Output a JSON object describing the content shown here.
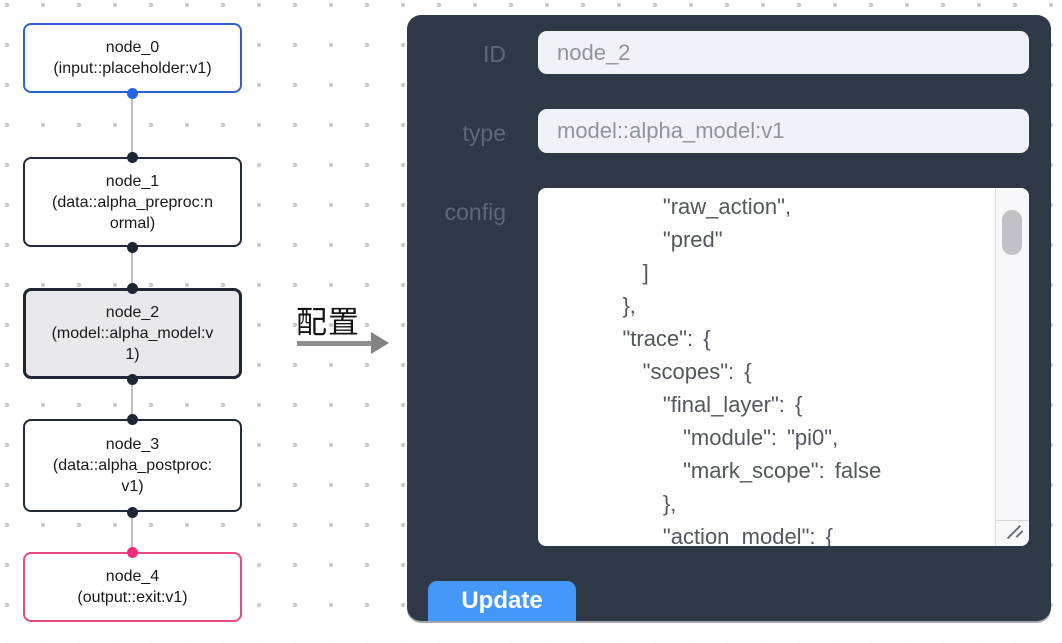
{
  "flowchart": {
    "nodes": [
      {
        "id": "node_0",
        "title": "node_0",
        "subtitle": "(input::placeholder:v1)",
        "accent": "#2f62c9",
        "selected": false
      },
      {
        "id": "node_1",
        "title": "node_1",
        "subtitle": "(data::alpha_preproc:normal)",
        "accent": "#232b3a",
        "selected": false
      },
      {
        "id": "node_2",
        "title": "node_2",
        "subtitle": "(model::alpha_model:v1)",
        "accent": "#232b3a",
        "selected": true
      },
      {
        "id": "node_3",
        "title": "node_3",
        "subtitle": "(data::alpha_postproc:v1)",
        "accent": "#232b3a",
        "selected": false
      },
      {
        "id": "node_4",
        "title": "node_4",
        "subtitle": "(output::exit:v1)",
        "accent": "#e94a82",
        "selected": false
      }
    ],
    "port_colors": {
      "input_top": "#2563e8",
      "default": "#1e2635",
      "output_bottom": "#ef2d7b"
    }
  },
  "transition": {
    "label": "配置"
  },
  "panel": {
    "fields": [
      {
        "label": "ID",
        "value": "node_2"
      },
      {
        "label": "type",
        "value": "model::alpha_model:v1"
      }
    ],
    "config_label": "config",
    "config_text": "        \"raw_action\",\n        \"pred\"\n      ]\n    },\n    \"trace\": {\n      \"scopes\": {\n        \"final_layer\": {\n          \"module\": \"pi0\",\n          \"mark_scope\": false\n        },\n        \"action_model\": {",
    "update_label": "Update"
  },
  "colors": {
    "panel_bg": "#2e3847",
    "button_blue": "#4598f7",
    "node_blue": "#2f62c9",
    "node_pink": "#e94a82",
    "selected_node_bg": "#e9e9ec",
    "input_bg": "#f0f2f8"
  }
}
